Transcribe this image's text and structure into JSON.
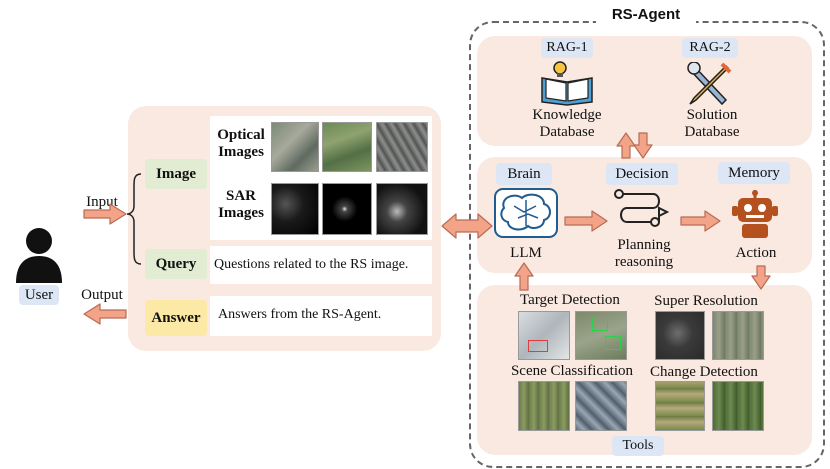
{
  "title": "RS-Agent",
  "user": {
    "label": "User",
    "input_label": "Input",
    "output_label": "Output"
  },
  "left": {
    "image_tag": "Image",
    "query_tag": "Query",
    "answer_tag": "Answer",
    "optical_label": "Optical Images",
    "sar_label": "SAR Images",
    "query_text": "Questions related to the RS image.",
    "answer_text": "Answers from the RS-Agent."
  },
  "rag": {
    "rag1": "RAG-1",
    "rag2": "RAG-2",
    "knowledge": "Knowledge Database",
    "solution": "Solution Database"
  },
  "core": {
    "brain": "Brain",
    "decision": "Decision",
    "memory": "Memory",
    "llm": "LLM",
    "planning": "Planning reasoning",
    "action": "Action"
  },
  "tools": {
    "target_detection": "Target Detection",
    "super_resolution": "Super Resolution",
    "scene_classification": "Scene Classification",
    "change_detection": "Change Detection",
    "label": "Tools"
  },
  "colors": {
    "panel": "#f9e9e0",
    "arrow_fill": "#f3a488",
    "arrow_stroke": "#b86b55",
    "brain_blue": "#1f5c8f",
    "action_orange": "#b5501f",
    "tag_blue": "#dde6f5",
    "tag_green": "#e1ecd3",
    "tag_yellow": "#fbe9a5"
  }
}
